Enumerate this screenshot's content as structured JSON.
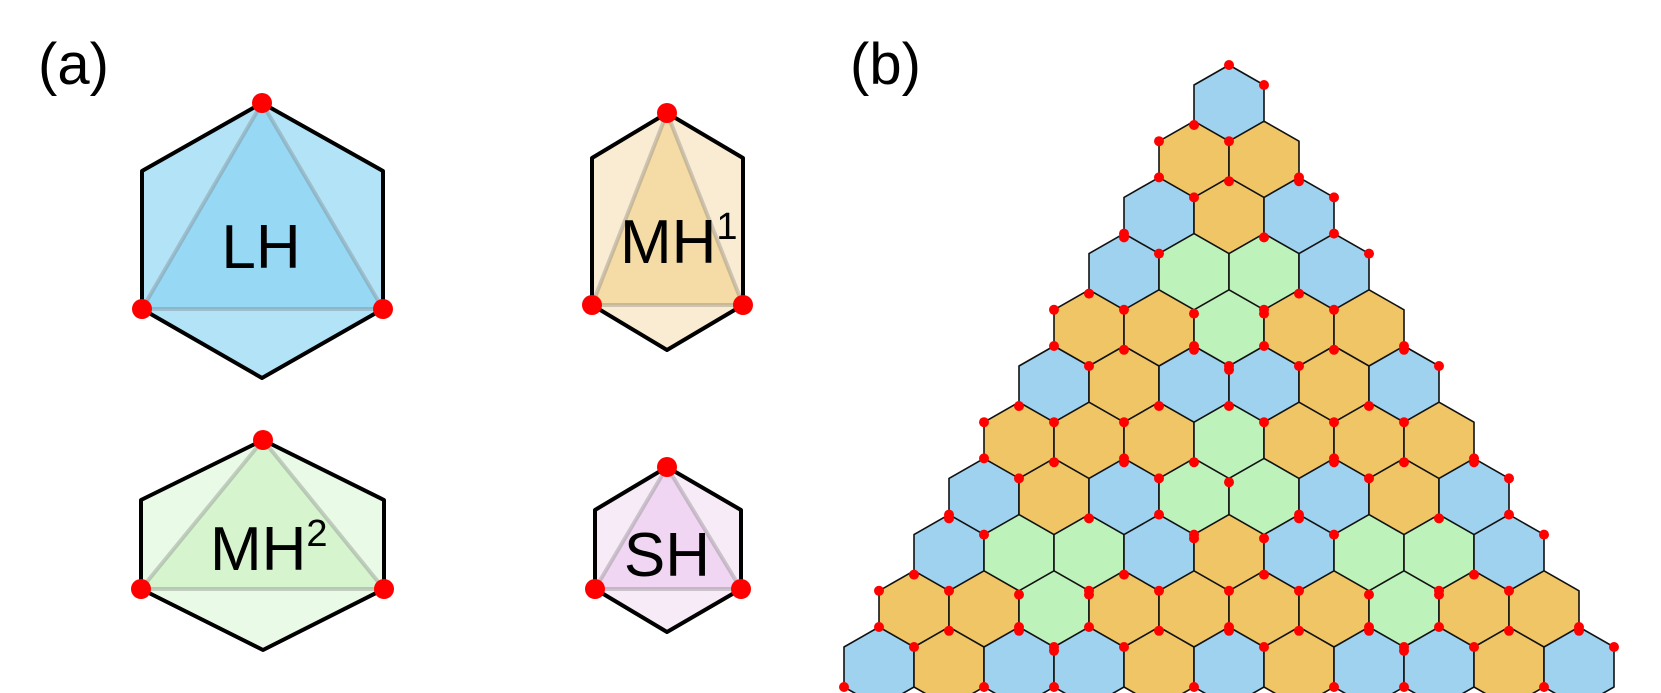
{
  "panels": {
    "a_label": "(a)",
    "b_label": "(b)"
  },
  "shapes": {
    "lh": {
      "main": "LH",
      "sup": ""
    },
    "mh1": {
      "main": "MH",
      "sup": "1"
    },
    "mh2": {
      "main": "MH",
      "sup": "2"
    },
    "sh": {
      "main": "SH",
      "sup": ""
    }
  },
  "colors": {
    "lh_hex": "#b3e3f7",
    "lh_tri": "#97d8f4",
    "mh1_hex": "#f9ecd2",
    "mh1_tri": "#f5dba6",
    "mh2_hex": "#e9fae6",
    "mh2_tri": "#d6f5cf",
    "sh_hex": "#f7ebf8",
    "sh_tri": "#f0d6f2",
    "tile_blue": "#9ed2ee",
    "tile_orange": "#efc566",
    "tile_green": "#bdf2bb",
    "corner_dot": "#ff0000",
    "outline": "#000000"
  }
}
